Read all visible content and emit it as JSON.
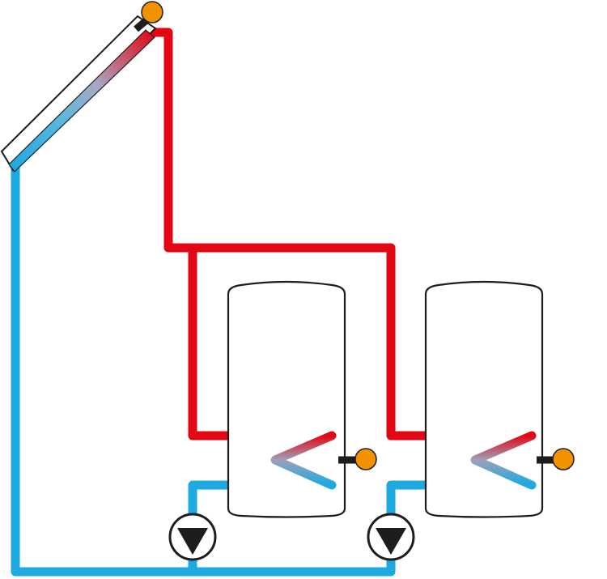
{
  "colors": {
    "hot": "#e30613",
    "cold": "#1ea9e1",
    "sensor": "#f39200",
    "outline": "#1d1d1b",
    "background": "#ffffff"
  },
  "components": {
    "collector": "solar-collector",
    "tanks": [
      "storage-tank-1",
      "storage-tank-2"
    ],
    "pumps": [
      "circulation-pump-1",
      "circulation-pump-2"
    ],
    "sensors": [
      "collector-sensor",
      "tank-1-sensor",
      "tank-2-sensor"
    ]
  }
}
